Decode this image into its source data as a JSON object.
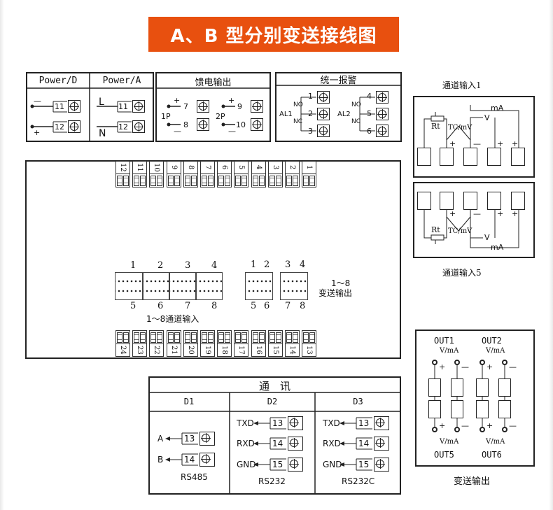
{
  "title": "A、B 型分别变送接线图",
  "power": {
    "col_d": "Power/D",
    "col_a": "Power/A",
    "minus": "—",
    "plus": "+",
    "l": "L",
    "n": "N",
    "t11": "11",
    "t12": "12"
  },
  "feed": {
    "title": "馈电输出",
    "p1": "1P",
    "p2": "2P",
    "t7": "7",
    "t8": "8",
    "t9": "9",
    "t10": "10",
    "plus": "+",
    "minus": "—"
  },
  "alarm": {
    "title": "统一报警",
    "al1": "AL1",
    "al2": "AL2",
    "no": "NO",
    "nc": "NC",
    "t1": "1",
    "t2": "2",
    "t3": "3",
    "t4": "4",
    "t5": "5",
    "t6": "6"
  },
  "main": {
    "top_terminals": [
      "12",
      "11",
      "10",
      "9",
      "8",
      "7",
      "6",
      "5",
      "4",
      "3",
      "2",
      "1"
    ],
    "bottom_terminals": [
      "24",
      "23",
      "22",
      "21",
      "20",
      "19",
      "18",
      "17",
      "16",
      "15",
      "14",
      "13"
    ],
    "in_top": [
      "1",
      "2",
      "3",
      "4"
    ],
    "in_bottom": [
      "5",
      "6",
      "7",
      "8"
    ],
    "in_caption": "1～8通道输入",
    "out_top": [
      "1",
      "2",
      "3",
      "4"
    ],
    "out_bottom": [
      "5",
      "6",
      "7",
      "8"
    ],
    "out_caption_1": "1～8",
    "out_caption_2": "变送输出"
  },
  "channel1": {
    "caption": "通道输入1",
    "rt": "Rt",
    "tc": "TC/mV",
    "v": "V",
    "ma": "mA",
    "plus": "+",
    "minus": "—"
  },
  "channel5": {
    "caption": "通道输入5",
    "rt": "Rt",
    "tc": "TC/mV",
    "v": "V",
    "ma": "mA",
    "plus": "+",
    "minus": "—"
  },
  "outbox": {
    "out1": "OUT1",
    "out2": "OUT2",
    "out5": "OUT5",
    "out6": "OUT6",
    "vma": "V/mA",
    "plus": "+",
    "minus": "—",
    "caption": "变送输出"
  },
  "comm": {
    "title": "通　讯",
    "d1": "D1",
    "d2": "D2",
    "d3": "D3",
    "a": "A",
    "b": "B",
    "txd": "TXD",
    "rxd": "RXD",
    "gnd": "GND",
    "t13": "13",
    "t14": "14",
    "t15": "15",
    "rs485": "RS485",
    "rs232": "RS232",
    "rs232c": "RS232C"
  }
}
